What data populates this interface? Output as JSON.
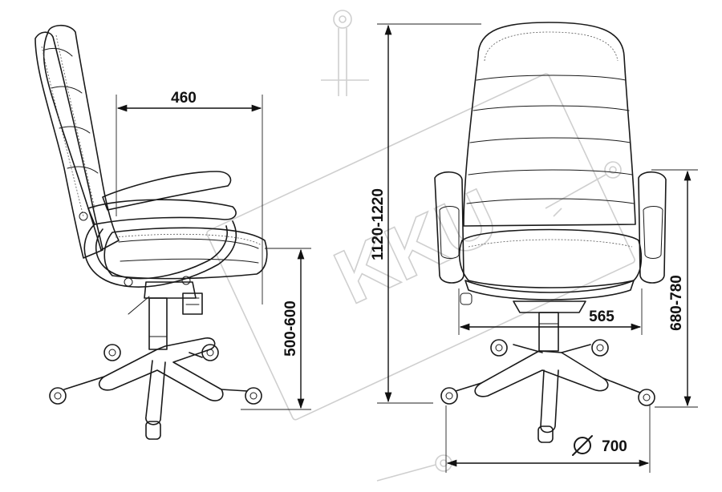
{
  "dimensions": {
    "seat_depth": "460",
    "total_height": "1120-1220",
    "seat_height": "500-600",
    "seat_width": "565",
    "armrest_height": "680-780",
    "base_diameter": "700"
  },
  "icons": {
    "diameter": "diameter-symbol-icon"
  },
  "watermark": {
    "text": "KKU"
  },
  "colors": {
    "ink": "#1a1a1a",
    "watermark": "#cfcfcf"
  }
}
